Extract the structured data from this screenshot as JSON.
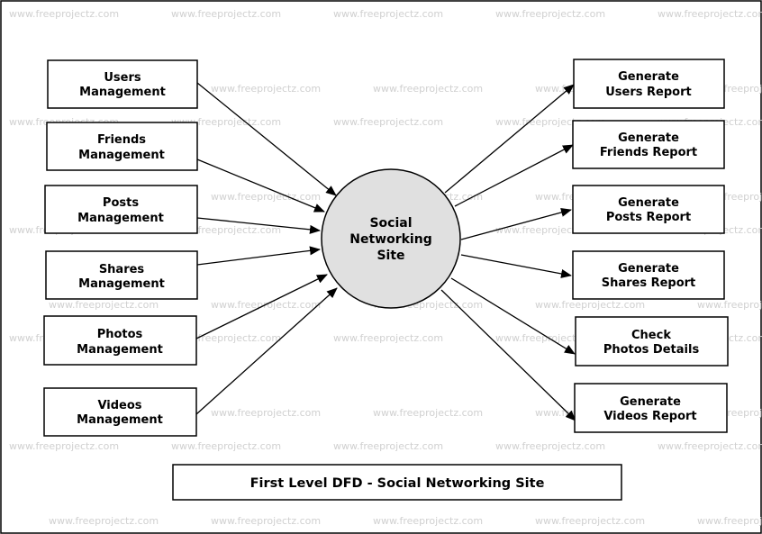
{
  "watermark": "www.freeprojectz.com",
  "diagram": {
    "center": {
      "lines": [
        "Social",
        "Networking",
        "Site"
      ],
      "fill": "#e0e0e0"
    },
    "left": [
      {
        "id": "users-management",
        "lines": [
          "Users",
          "Management"
        ]
      },
      {
        "id": "friends-management",
        "lines": [
          "Friends",
          "Management"
        ]
      },
      {
        "id": "posts-management",
        "lines": [
          "Posts",
          "Management"
        ]
      },
      {
        "id": "shares-management",
        "lines": [
          "Shares",
          "Management"
        ]
      },
      {
        "id": "photos-management",
        "lines": [
          "Photos",
          "Management"
        ]
      },
      {
        "id": "videos-management",
        "lines": [
          "Videos",
          "Management"
        ]
      }
    ],
    "right": [
      {
        "id": "generate-users-report",
        "lines": [
          "Generate",
          "Users Report"
        ]
      },
      {
        "id": "generate-friends-report",
        "lines": [
          "Generate",
          "Friends Report"
        ]
      },
      {
        "id": "generate-posts-report",
        "lines": [
          "Generate",
          "Posts Report"
        ]
      },
      {
        "id": "generate-shares-report",
        "lines": [
          "Generate",
          "Shares Report"
        ]
      },
      {
        "id": "check-photos-details",
        "lines": [
          "Check",
          "Photos Details"
        ]
      },
      {
        "id": "generate-videos-report",
        "lines": [
          "Generate",
          "Videos Report"
        ]
      }
    ],
    "title": "First Level DFD - Social Networking Site"
  }
}
